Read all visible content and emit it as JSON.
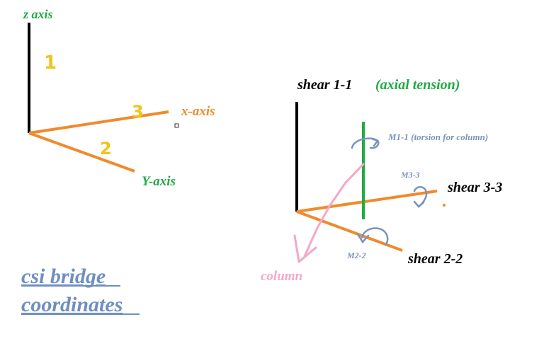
{
  "colors": {
    "axis_black": "#000000",
    "axis_orange": "#f08a2c",
    "green": "#22aa44",
    "yellow": "#f3c21b",
    "blue_gray": "#7b93bd",
    "pink": "#f4a8c8",
    "blue_link": "#6f8fbf"
  },
  "left_diagram": {
    "z_label": "z axis",
    "x_label": "x-axis",
    "y_label": "Y-axis",
    "num_1": "1",
    "num_2": "2",
    "num_3": "3"
  },
  "right_diagram": {
    "shear_11": "shear 1-1",
    "axial_tension": "(axial tension)",
    "m11_label": "M1-1 (torsion for column)",
    "m33_label": "M3-3",
    "shear_33": "shear 3-3",
    "m22_label": "M2-2",
    "shear_22": "shear 2-2",
    "column_label": "column"
  },
  "title": {
    "line1": "csi bridge",
    "line2": "coordinates"
  }
}
